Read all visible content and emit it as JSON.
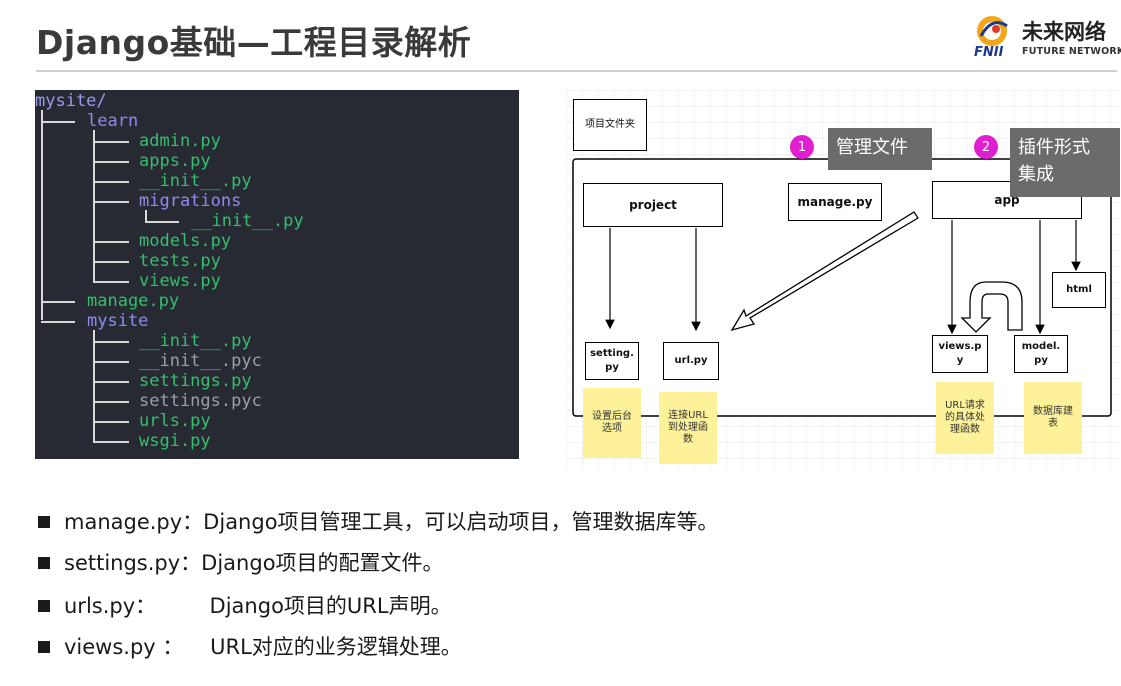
{
  "header": {
    "title": "Django基础—工程目录解析",
    "logo_cn": "未来网络",
    "logo_en": "FUTURE NETWORKS",
    "logo_mark": "FNII"
  },
  "terminal": {
    "lines": [
      {
        "text": "mysite/",
        "kind": "root"
      },
      {
        "text": "learn",
        "kind": "dir"
      },
      {
        "text": "admin.py",
        "kind": "py"
      },
      {
        "text": "apps.py",
        "kind": "py"
      },
      {
        "text": "__init__.py",
        "kind": "py"
      },
      {
        "text": "migrations",
        "kind": "dir"
      },
      {
        "text": "__init__.py",
        "kind": "py"
      },
      {
        "text": "models.py",
        "kind": "py"
      },
      {
        "text": "tests.py",
        "kind": "py"
      },
      {
        "text": "views.py",
        "kind": "py"
      },
      {
        "text": "manage.py",
        "kind": "py"
      },
      {
        "text": "mysite",
        "kind": "dir"
      },
      {
        "text": "__init__.py",
        "kind": "py"
      },
      {
        "text": "__init__.pyc",
        "kind": "pyc"
      },
      {
        "text": "settings.py",
        "kind": "py"
      },
      {
        "text": "settings.pyc",
        "kind": "pyc"
      },
      {
        "text": "urls.py",
        "kind": "py"
      },
      {
        "text": "wsgi.py",
        "kind": "py"
      }
    ]
  },
  "diagram": {
    "folder_label": "项目文件夹",
    "project": "project",
    "manage": "manage.py",
    "app": "app",
    "html": "html",
    "setting": "setting.\npy",
    "url": "url.py",
    "views": "views.p\ny",
    "model": "model.\npy",
    "note_setting": "设置后台\n选项",
    "note_url": "连接URL\n到处理函\n数",
    "note_views": "URL请求\n的具体处\n理函数",
    "note_model": "数据库建\n表",
    "callout1_num": "1",
    "callout1_text": "管理文件",
    "callout2_num": "2",
    "callout2_text": "插件形式\n集成"
  },
  "bullets": [
    {
      "text": "manage.py：Django项目管理工具，可以启动项目，管理数据库等。"
    },
    {
      "text": "settings.py：Django项目的配置文件。"
    },
    {
      "text": "urls.py：        Django项目的URL声明。"
    },
    {
      "text": "views.py ：    URL对应的业务逻辑处理。"
    }
  ],
  "colors": {
    "terminal_bg": "#272a33",
    "py_file": "#33c06a",
    "directory": "#8c8cf0",
    "pyc_file": "#9a9ea6",
    "sticky_note": "#fdf29a",
    "badge": "#e020d0",
    "callout": "#6b6b6b"
  }
}
